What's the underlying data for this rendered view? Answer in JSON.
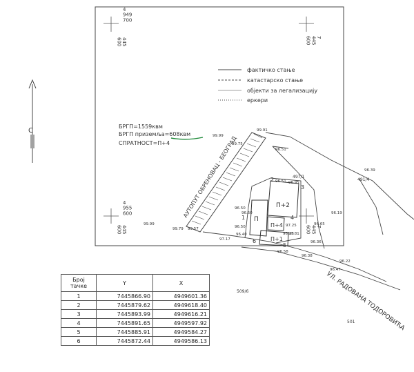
{
  "grid_marks": {
    "top_left_h": "4\n949\n700",
    "top_left_v": "445\n600",
    "top_right_v": "7\n445\n600",
    "bottom_left_h": "4\n955\n600",
    "bottom_left_v": "445\n600",
    "bottom_right_v": "7\n445\n600"
  },
  "north": {
    "label": "С"
  },
  "legend": [
    {
      "label": "фактичко стање"
    },
    {
      "label": "катастарско стање"
    },
    {
      "label": "објекти за легализацију"
    },
    {
      "label": "еркери"
    }
  ],
  "stats": {
    "gross_area": "БРГП=1559квм",
    "ground_area": "БРГП приземља=608квм",
    "floors": "СПРАТНОСТ=П+4"
  },
  "labels": {
    "highway": "АУТОПУТ ОБРЕНОВАЦ - БЕОГРАД",
    "street": "УЛ. РАДОВАНА ТОДОРОВИЋА",
    "block_p2": "П+2",
    "block_p": "П",
    "block_p4": "П+4",
    "block_p1": "П+1",
    "parcel_1": "497/1",
    "parcel_2": "491/4",
    "parcel_3": "509/6",
    "parcel_4": "501"
  },
  "elevations": {
    "e1": "99.91",
    "e2": "99.99",
    "e3": "99.75",
    "e4": "96.51",
    "e5": "96.51",
    "e6": "96.50",
    "e7": "96.30",
    "e8": "96.39",
    "e9": "96.19",
    "e10": "96.65",
    "e11": "96.36",
    "e12": "96.22",
    "e13": "96.47",
    "e14": "96.38",
    "e15": "96.58",
    "e16": "97.17",
    "e17": "99.79",
    "e18": "99.57",
    "e19": "99.99",
    "e20": "96.50",
    "e21": "96.40",
    "e22": "97.25",
    "e23": "97.81",
    "e24": "96.50",
    "e25": "96.95"
  },
  "points": [
    "1",
    "2",
    "3",
    "4",
    "5",
    "6"
  ],
  "table": {
    "headers": {
      "num": "Број\nтачке",
      "y": "Y",
      "x": "X"
    },
    "rows": [
      {
        "num": "1",
        "y": "7445866.90",
        "x": "4949601.36"
      },
      {
        "num": "2",
        "y": "7445879.62",
        "x": "4949618.40"
      },
      {
        "num": "3",
        "y": "7445893.99",
        "x": "4949616.21"
      },
      {
        "num": "4",
        "y": "7445891.65",
        "x": "4949597.92"
      },
      {
        "num": "5",
        "y": "7445885.91",
        "x": "4949584.27"
      },
      {
        "num": "6",
        "y": "7445872.44",
        "x": "4949586.13"
      }
    ]
  },
  "colors": {
    "line": "#333333",
    "underline": "#1f8a3a",
    "hatch": "#444444"
  }
}
